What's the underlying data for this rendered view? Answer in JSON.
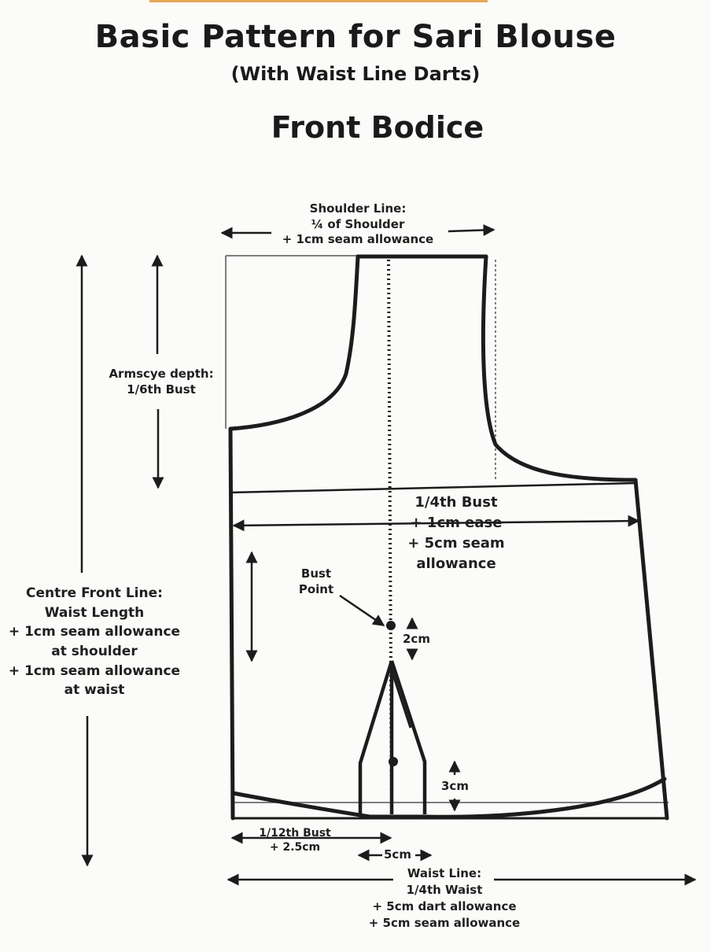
{
  "title": "Basic Pattern for Sari Blouse",
  "subtitle": "(With Waist Line Darts)",
  "section_title": "Front Bodice",
  "labels": {
    "shoulder": [
      "Shoulder Line:",
      "¼ of Shoulder",
      "+ 1cm seam allowance"
    ],
    "armscye": [
      "Armscye depth:",
      "1/6th Bust"
    ],
    "centre_front": [
      "Centre Front Line:",
      "Waist Length",
      "+ 1cm seam allowance",
      "at shoulder",
      "+ 1cm seam allowance",
      "at waist"
    ],
    "bust_width": [
      "1/4th Bust",
      "+ 1cm ease",
      "+ 5cm seam",
      "allowance"
    ],
    "bust_point": [
      "Bust",
      "Point"
    ],
    "dart_top": "2cm",
    "dart_bottom": "3cm",
    "front_neck": [
      "1/12th Bust",
      "+ 2.5cm"
    ],
    "dart_width": "5cm",
    "waist": [
      "Waist Line:",
      "1/4th Waist",
      "+ 5cm dart allowance",
      "+ 5cm seam allowance"
    ]
  },
  "colors": {
    "line": "#1c1c1c",
    "guide": "#555555",
    "background": "#fbfbf9"
  }
}
